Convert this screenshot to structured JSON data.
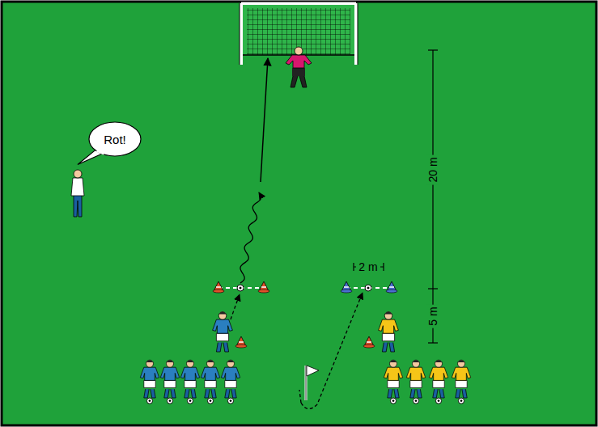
{
  "diagram": {
    "nodes": [
      {
        "text": [
          "Rot!"
        ]
      }
    ],
    "labels": [
      "2 m",
      "20 m",
      "5 m"
    ]
  }
}
